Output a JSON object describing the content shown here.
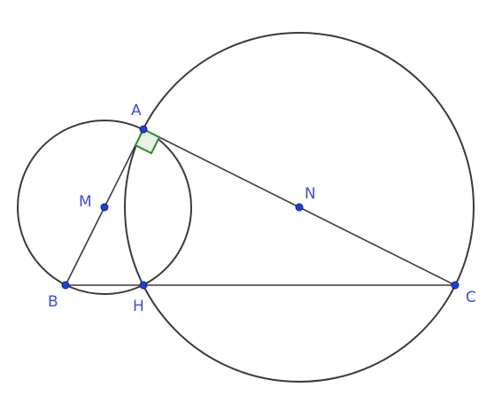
{
  "points": {
    "A": {
      "label": "A"
    },
    "B": {
      "label": "B"
    },
    "C": {
      "label": "C"
    },
    "H": {
      "label": "H"
    },
    "M": {
      "label": "M"
    },
    "N": {
      "label": "N"
    }
  },
  "colors": {
    "stroke": "#3a3a3a",
    "point_fill": "#1f3fe0",
    "point_stroke": "#0f1f70",
    "label": "#3b4fd8",
    "right_angle_stroke": "#2e8b2e",
    "right_angle_fill": "#e6f3e6"
  }
}
